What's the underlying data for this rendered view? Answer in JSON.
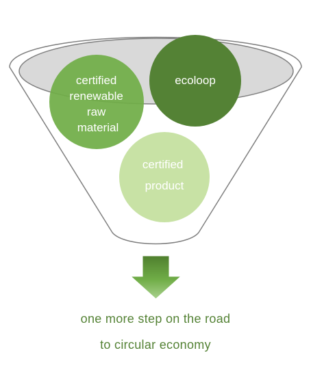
{
  "funnel": {
    "colors": {
      "outline": "#7f7f7f",
      "rim_fill": "#d9d9d9",
      "body_fill": "#ffffff"
    }
  },
  "circles": {
    "raw_material": {
      "lines": [
        "certified",
        "renewable",
        "raw",
        "material"
      ],
      "color": "#70ad47"
    },
    "ecoloop": {
      "lines": [
        "ecoloop"
      ],
      "color": "#548235"
    },
    "product": {
      "lines": [
        "certified",
        "product"
      ],
      "color": "#c5e0a0"
    }
  },
  "arrow": {
    "color": "#70ad47",
    "direction": "down"
  },
  "caption": {
    "line1": "one more step on the road",
    "line2": "to circular economy",
    "color": "#548235"
  }
}
